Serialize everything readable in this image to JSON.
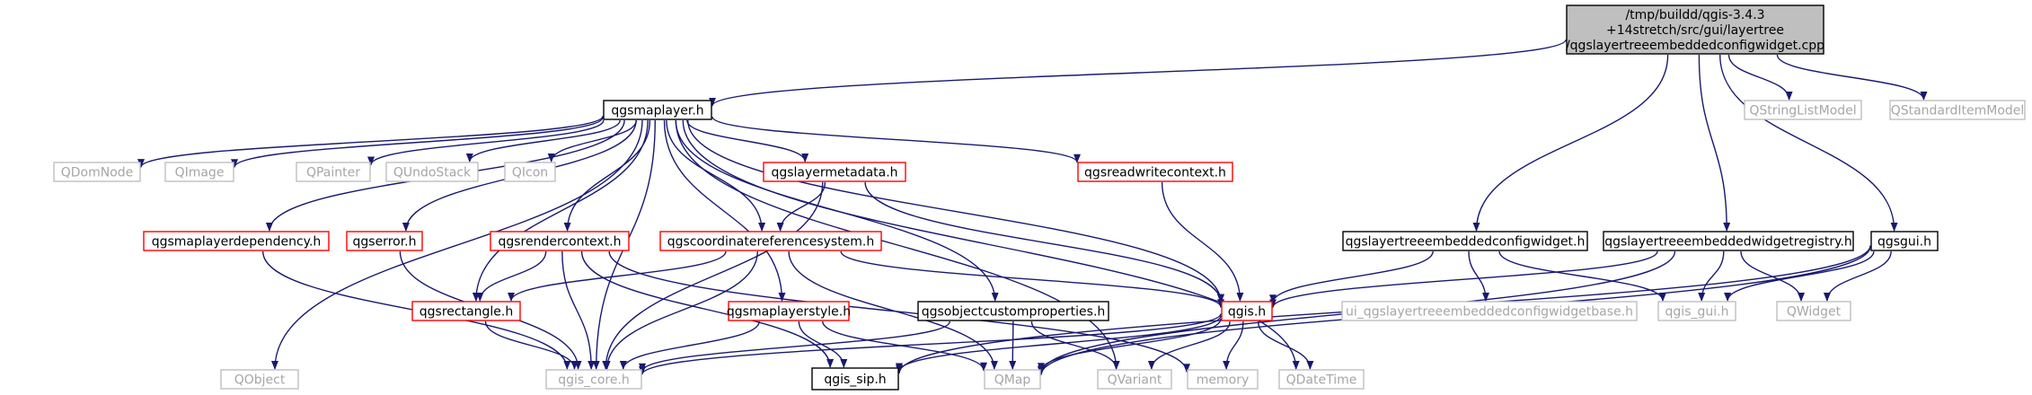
{
  "nodes": {
    "root": {
      "lines": [
        "/tmp/buildd/qgis-3.4.3",
        "+14stretch/src/gui/layertree",
        "/qgslayertreeembeddedconfigwidget.cpp"
      ],
      "style": "root"
    },
    "qgsmaplayer": {
      "lines": [
        "qgsmaplayer.h"
      ],
      "style": "black"
    },
    "qstringlistmodel": {
      "lines": [
        "QStringListModel"
      ],
      "style": "gray"
    },
    "qstandarditemmodel": {
      "lines": [
        "QStandardItemModel"
      ],
      "style": "gray"
    },
    "qdomnode": {
      "lines": [
        "QDomNode"
      ],
      "style": "gray"
    },
    "qimage": {
      "lines": [
        "QImage"
      ],
      "style": "gray"
    },
    "qpainter": {
      "lines": [
        "QPainter"
      ],
      "style": "gray"
    },
    "qundostack": {
      "lines": [
        "QUndoStack"
      ],
      "style": "gray"
    },
    "qicon": {
      "lines": [
        "QIcon"
      ],
      "style": "gray"
    },
    "qgslayermetadata": {
      "lines": [
        "qgslayermetadata.h"
      ],
      "style": "red"
    },
    "qgsreadwritecontext": {
      "lines": [
        "qgsreadwritecontext.h"
      ],
      "style": "red"
    },
    "qgsmaplayerdependency": {
      "lines": [
        "qgsmaplayerdependency.h"
      ],
      "style": "red"
    },
    "qgserror": {
      "lines": [
        "qgserror.h"
      ],
      "style": "red"
    },
    "qgsrendercontext": {
      "lines": [
        "qgsrendercontext.h"
      ],
      "style": "red"
    },
    "qgscoordinatereferencesystem": {
      "lines": [
        "qgscoordinatereferencesystem.h"
      ],
      "style": "red"
    },
    "qgslayertreeembeddedconfigwidget": {
      "lines": [
        "qgslayertreeembeddedconfigwidget.h"
      ],
      "style": "black"
    },
    "qgslayertreeembeddedwidgetregistry": {
      "lines": [
        "qgslayertreeembeddedwidgetregistry.h"
      ],
      "style": "black"
    },
    "qgsgui": {
      "lines": [
        "qgsgui.h"
      ],
      "style": "black"
    },
    "qgsrectangle": {
      "lines": [
        "qgsrectangle.h"
      ],
      "style": "red"
    },
    "qgsmaplayerstyle": {
      "lines": [
        "qgsmaplayerstyle.h"
      ],
      "style": "red"
    },
    "qgsobjectcustomproperties": {
      "lines": [
        "qgsobjectcustomproperties.h"
      ],
      "style": "black"
    },
    "qgis": {
      "lines": [
        "qgis.h"
      ],
      "style": "red"
    },
    "ui_qgslayertreeembeddedconfigwidgetbase": {
      "lines": [
        "ui_qgslayertreeembeddedconfigwidgetbase.h"
      ],
      "style": "gray"
    },
    "qgis_gui": {
      "lines": [
        "qgis_gui.h"
      ],
      "style": "gray"
    },
    "qwidget": {
      "lines": [
        "QWidget"
      ],
      "style": "gray"
    },
    "qobject": {
      "lines": [
        "QObject"
      ],
      "style": "gray"
    },
    "qgis_core": {
      "lines": [
        "qgis_core.h"
      ],
      "style": "gray"
    },
    "qgis_sip": {
      "lines": [
        "qgis_sip.h"
      ],
      "style": "black"
    },
    "qmap": {
      "lines": [
        "QMap"
      ],
      "style": "gray"
    },
    "qvariant": {
      "lines": [
        "QVariant"
      ],
      "style": "gray"
    },
    "memory": {
      "lines": [
        "memory"
      ],
      "style": "gray"
    },
    "qdatetime": {
      "lines": [
        "QDateTime"
      ],
      "style": "gray"
    }
  },
  "edges": [
    [
      "root",
      "qgsmaplayer"
    ],
    [
      "root",
      "qstringlistmodel"
    ],
    [
      "root",
      "qstandarditemmodel"
    ],
    [
      "root",
      "qgslayertreeembeddedconfigwidget"
    ],
    [
      "root",
      "qgslayertreeembeddedwidgetregistry"
    ],
    [
      "root",
      "qgsgui"
    ],
    [
      "qgsmaplayer",
      "qdomnode"
    ],
    [
      "qgsmaplayer",
      "qimage"
    ],
    [
      "qgsmaplayer",
      "qpainter"
    ],
    [
      "qgsmaplayer",
      "qundostack"
    ],
    [
      "qgsmaplayer",
      "qicon"
    ],
    [
      "qgsmaplayer",
      "qgslayermetadata"
    ],
    [
      "qgsmaplayer",
      "qgsreadwritecontext"
    ],
    [
      "qgsmaplayer",
      "qgsmaplayerdependency"
    ],
    [
      "qgsmaplayer",
      "qgserror"
    ],
    [
      "qgsmaplayer",
      "qgsrendercontext"
    ],
    [
      "qgsmaplayer",
      "qgscoordinatereferencesystem"
    ],
    [
      "qgsmaplayer",
      "qgsrectangle"
    ],
    [
      "qgsmaplayer",
      "qgsmaplayerstyle"
    ],
    [
      "qgsmaplayer",
      "qgsobjectcustomproperties"
    ],
    [
      "qgsmaplayer",
      "qgis"
    ],
    [
      "qgsmaplayer",
      "qobject"
    ],
    [
      "qgsmaplayer",
      "qgis_core"
    ],
    [
      "qgsmaplayer",
      "qvariant"
    ],
    [
      "qgsmaplayer",
      "qdatetime"
    ],
    [
      "qgslayermetadata",
      "qgscoordinatereferencesystem"
    ],
    [
      "qgslayermetadata",
      "qgis"
    ],
    [
      "qgslayermetadata",
      "qgis_core"
    ],
    [
      "qgsreadwritecontext",
      "qgis"
    ],
    [
      "qgsmaplayerdependency",
      "qgis_core"
    ],
    [
      "qgserror",
      "qgis_core"
    ],
    [
      "qgsrendercontext",
      "qgsrectangle"
    ],
    [
      "qgsrendercontext",
      "qgis_core"
    ],
    [
      "qgsrendercontext",
      "qgis_sip"
    ],
    [
      "qgsrendercontext",
      "memory"
    ],
    [
      "qgscoordinatereferencesystem",
      "qgsrectangle"
    ],
    [
      "qgscoordinatereferencesystem",
      "qgis"
    ],
    [
      "qgscoordinatereferencesystem",
      "qgis_core"
    ],
    [
      "qgscoordinatereferencesystem",
      "qmap"
    ],
    [
      "qgsrectangle",
      "qgis_core"
    ],
    [
      "qgsmaplayerstyle",
      "qgis_core"
    ],
    [
      "qgsmaplayerstyle",
      "qgis_sip"
    ],
    [
      "qgsmaplayerstyle",
      "qmap"
    ],
    [
      "qgsobjectcustomproperties",
      "qgis_core"
    ],
    [
      "qgsobjectcustomproperties",
      "qmap"
    ],
    [
      "qgsobjectcustomproperties",
      "qvariant"
    ],
    [
      "qgis",
      "qgis_core"
    ],
    [
      "qgis",
      "qgis_sip"
    ],
    [
      "qgis",
      "qmap"
    ],
    [
      "qgis",
      "qvariant"
    ],
    [
      "qgis",
      "memory"
    ],
    [
      "qgis",
      "qdatetime"
    ],
    [
      "qgslayertreeembeddedconfigwidget",
      "qgis"
    ],
    [
      "qgslayertreeembeddedconfigwidget",
      "ui_qgslayertreeembeddedconfigwidgetbase"
    ],
    [
      "qgslayertreeembeddedconfigwidget",
      "qgis_gui"
    ],
    [
      "qgslayertreeembeddedwidgetregistry",
      "qgis"
    ],
    [
      "qgslayertreeembeddedwidgetregistry",
      "qgis_gui"
    ],
    [
      "qgslayertreeembeddedwidgetregistry",
      "qwidget"
    ],
    [
      "qgslayertreeembeddedwidgetregistry",
      "qmap"
    ],
    [
      "qgsgui",
      "qgis_gui"
    ],
    [
      "qgsgui",
      "qwidget"
    ],
    [
      "qgsgui",
      "qgis_sip"
    ],
    [
      "qgsgui",
      "qmap"
    ]
  ]
}
